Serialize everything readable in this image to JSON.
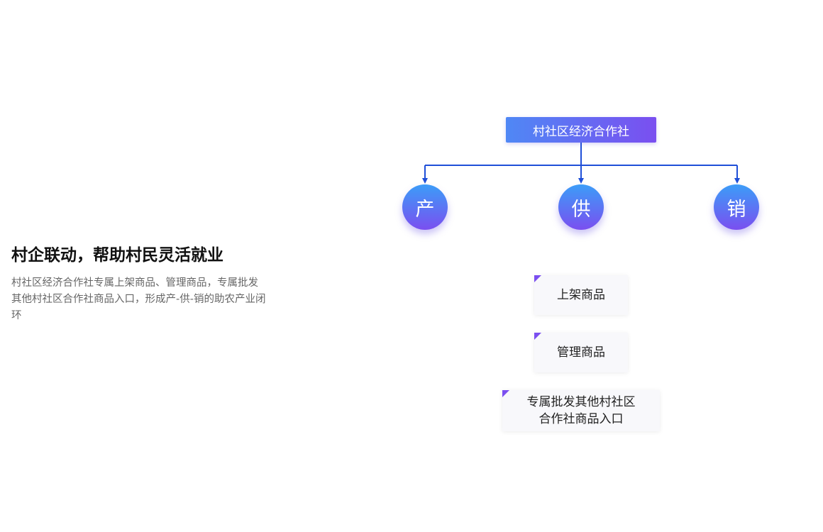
{
  "left": {
    "heading": "村企联动，帮助村民灵活就业",
    "description": "村社区经济合作社专属上架商品、管理商品，专属批发其他村社区合作社商品入口，形成产-供-销的助农产业闭环"
  },
  "diagram": {
    "root": "村社区经济合作社",
    "nodes": [
      "产",
      "供",
      "销"
    ],
    "cards": [
      {
        "lines": [
          "上架商品"
        ]
      },
      {
        "lines": [
          "管理商品"
        ]
      },
      {
        "lines": [
          "专属批发其他村社区",
          "合作社商品入口"
        ]
      }
    ]
  },
  "colors": {
    "accent_start": "#4f88f5",
    "accent_end": "#7a4ff0",
    "connector": "#1f4fd8"
  }
}
